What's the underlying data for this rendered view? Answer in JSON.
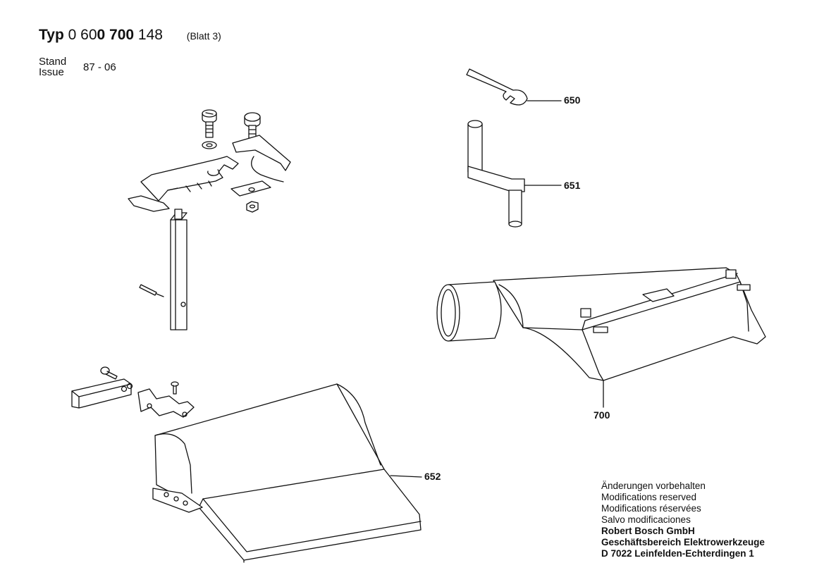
{
  "header": {
    "typ_label": "Typ",
    "number_a": "0 60",
    "number_b": "0 700",
    "number_c": " 148",
    "blatt": "(Blatt 3)",
    "stand_label": "Stand",
    "issue_label": "Issue",
    "issue_date": "87 - 06"
  },
  "parts": [
    {
      "number": "650"
    },
    {
      "number": "651"
    },
    {
      "number": "700"
    },
    {
      "number": "652"
    }
  ],
  "footer": {
    "lines": [
      "Änderungen vorbehalten",
      "Modifications reserved",
      "Modifications réservées",
      "Salvo modificaciones"
    ],
    "company": "Robert Bosch GmbH",
    "division": "Geschäftsbereich Elektrowerkzeuge",
    "address": "D 7022 Leinfelden-Echterdingen 1"
  }
}
